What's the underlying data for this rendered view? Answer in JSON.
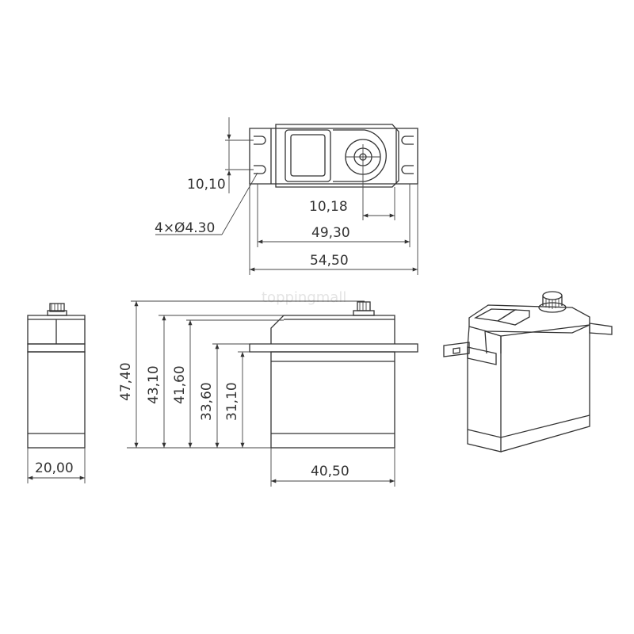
{
  "watermark": "toppingmall",
  "top_view": {
    "mount_spacing": "10,10",
    "holes": "4×Ø4.30",
    "shaft_offset": "10,18",
    "hole_span": "49,30",
    "total_length": "54,50"
  },
  "side_view": {
    "width": "20,00"
  },
  "front_view": {
    "heights": [
      "47,40",
      "43,10",
      "41,60",
      "33,60",
      "31,10"
    ],
    "body_length": "40,50"
  }
}
